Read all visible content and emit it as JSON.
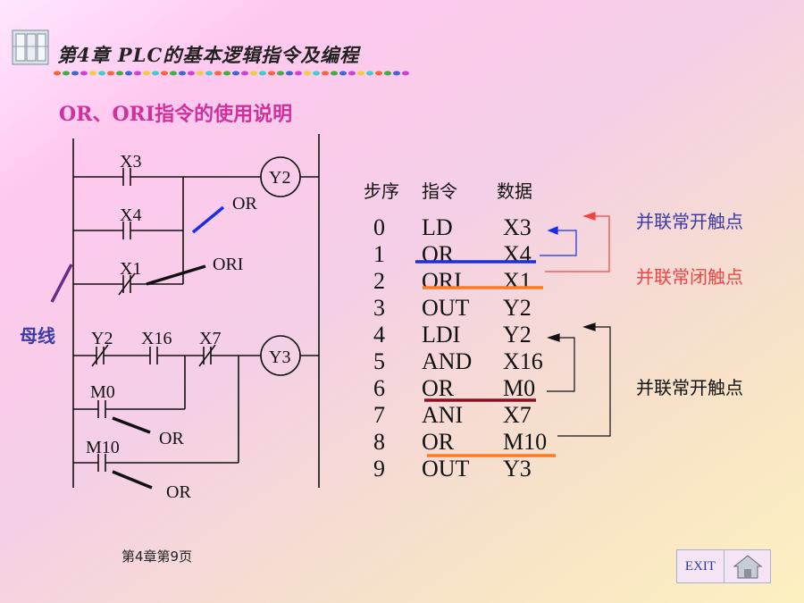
{
  "header": {
    "title": "第4章 PLC的基本逻辑指令及编程"
  },
  "subtitle": "OR、ORI指令的使用说明",
  "ladder": {
    "contacts": {
      "x3": "X3",
      "x4": "X4",
      "x1": "X1",
      "y2": "Y2",
      "x16": "X16",
      "x7": "X7",
      "m0": "M0",
      "m10": "M10"
    },
    "coils": {
      "y2": "Y2",
      "y3": "Y3"
    },
    "annotations": {
      "or": "OR",
      "ori": "ORI",
      "busbar": "母线"
    }
  },
  "table": {
    "headers": [
      "步序",
      "指令",
      "数据"
    ],
    "rows": [
      {
        "step": "0",
        "op": "LD",
        "data": "X3"
      },
      {
        "step": "1",
        "op": "OR",
        "data": "X4"
      },
      {
        "step": "2",
        "op": "ORI",
        "data": "X1"
      },
      {
        "step": "3",
        "op": "OUT",
        "data": "Y2"
      },
      {
        "step": "4",
        "op": "LDI",
        "data": "Y2"
      },
      {
        "step": "5",
        "op": "AND",
        "data": "X16"
      },
      {
        "step": "6",
        "op": "OR",
        "data": "M0"
      },
      {
        "step": "7",
        "op": "ANI",
        "data": "X7"
      },
      {
        "step": "8",
        "op": "OR",
        "data": "M10"
      },
      {
        "step": "9",
        "op": "OUT",
        "data": "Y3"
      }
    ]
  },
  "notes": {
    "parallel_no_1": "并联常开触点",
    "parallel_nc": "并联常闭触点",
    "parallel_no_2": "并联常开触点"
  },
  "footer": {
    "page": "第4章第9页"
  },
  "nav": {
    "exit_label": "EXIT"
  },
  "colors": {
    "blue": "#1a2ee6",
    "orange": "#ff7a20",
    "darkred": "#8a1020",
    "note_blue": "#3a3aa8",
    "note_red": "#ee4444",
    "title_pink": "#d0309a"
  },
  "icons": {
    "logo": "book-icon",
    "home": "home-icon"
  }
}
